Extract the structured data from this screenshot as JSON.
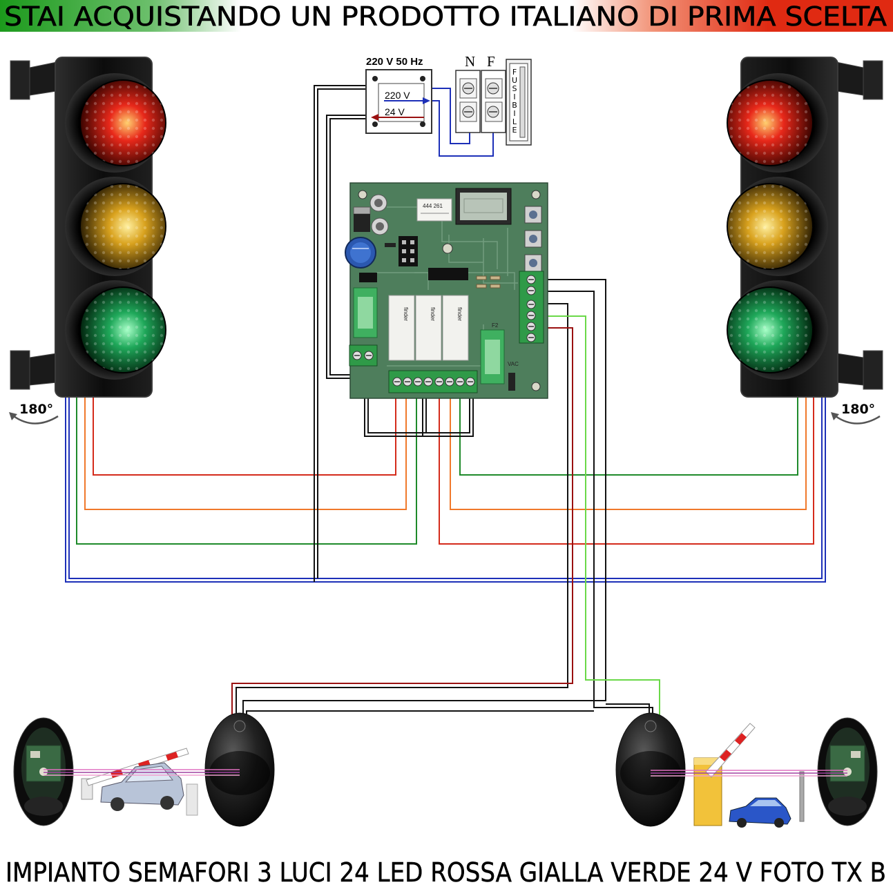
{
  "banner": {
    "title": "STAI ACQUISTANDO UN PRODOTTO ITALIANO DI PRIMA SCELTA"
  },
  "power": {
    "supply_label": "220 V 50 Hz",
    "primary_label": "220 V",
    "secondary_label": "24 V"
  },
  "mains_terminals": {
    "neutral_label": "N",
    "phase_label": "F"
  },
  "fuse": {
    "letters": [
      "F",
      "U",
      "S",
      "I",
      "B",
      "I",
      "L",
      "E"
    ]
  },
  "rotation": {
    "left_label": "180°",
    "right_label": "180°"
  },
  "board": {
    "sticker": "444 261",
    "relay_brand": "finder",
    "fuse_label": "F2",
    "supply_label": "VAC"
  },
  "footer": {
    "caption": "IMPIANTO SEMAFORI 3 LUCI 24 LED ROSSA GIALLA VERDE 24 V FOTO TX B"
  },
  "colors": {
    "flag_green": "#1c9a1c",
    "flag_red": "#e02a12",
    "lamp_red": "#e8281a",
    "lamp_yellow": "#d9a21e",
    "lamp_green": "#1fa85a",
    "wire_red": "#d42a1a",
    "wire_orange": "#f0782a",
    "wire_green": "#1e8a2a",
    "wire_blue": "#1c2fb8",
    "wire_black": "#111111",
    "wire_light_green": "#6ad848",
    "wire_dark_red": "#9a1010",
    "pcb_green": "#4e7e5c",
    "terminal_green": "#2f9a48"
  }
}
